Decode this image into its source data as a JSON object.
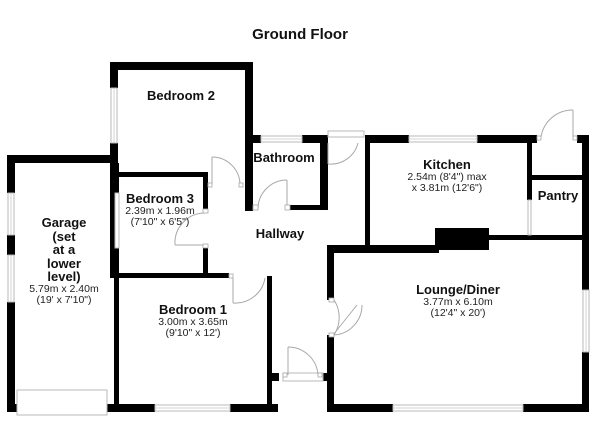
{
  "title": "Ground Floor",
  "rooms": {
    "bedroom2": {
      "name": "Bedroom 2"
    },
    "bathroom": {
      "name": "Bathroom"
    },
    "kitchen": {
      "name": "Kitchen",
      "dim_metric": "2.54m (8'4\") max",
      "dim_imperial": "x 3.81m (12'6\")"
    },
    "pantry": {
      "name": "Pantry"
    },
    "bedroom3": {
      "name": "Bedroom 3",
      "dim_metric": "2.39m x 1.96m",
      "dim_imperial": "(7'10\" x 6'5\")"
    },
    "hallway": {
      "name": "Hallway"
    },
    "garage": {
      "name_lines": [
        "Garage",
        "(set",
        "at a",
        "lower",
        "level)"
      ],
      "dim_metric": "5.79m x 2.40m",
      "dim_imperial": "(19' x 7'10\")"
    },
    "bedroom1": {
      "name": "Bedroom 1",
      "dim_metric": "3.00m x 3.65m",
      "dim_imperial": "(9'10\" x 12')"
    },
    "lounge": {
      "name": "Lounge/Diner",
      "dim_metric": "3.77m x 6.10m",
      "dim_imperial": "(12'4\" x 20')"
    }
  },
  "colors": {
    "wall": "#000000",
    "window": "#b9b9b9",
    "door": "#a8a8a8",
    "background": "#ffffff"
  }
}
